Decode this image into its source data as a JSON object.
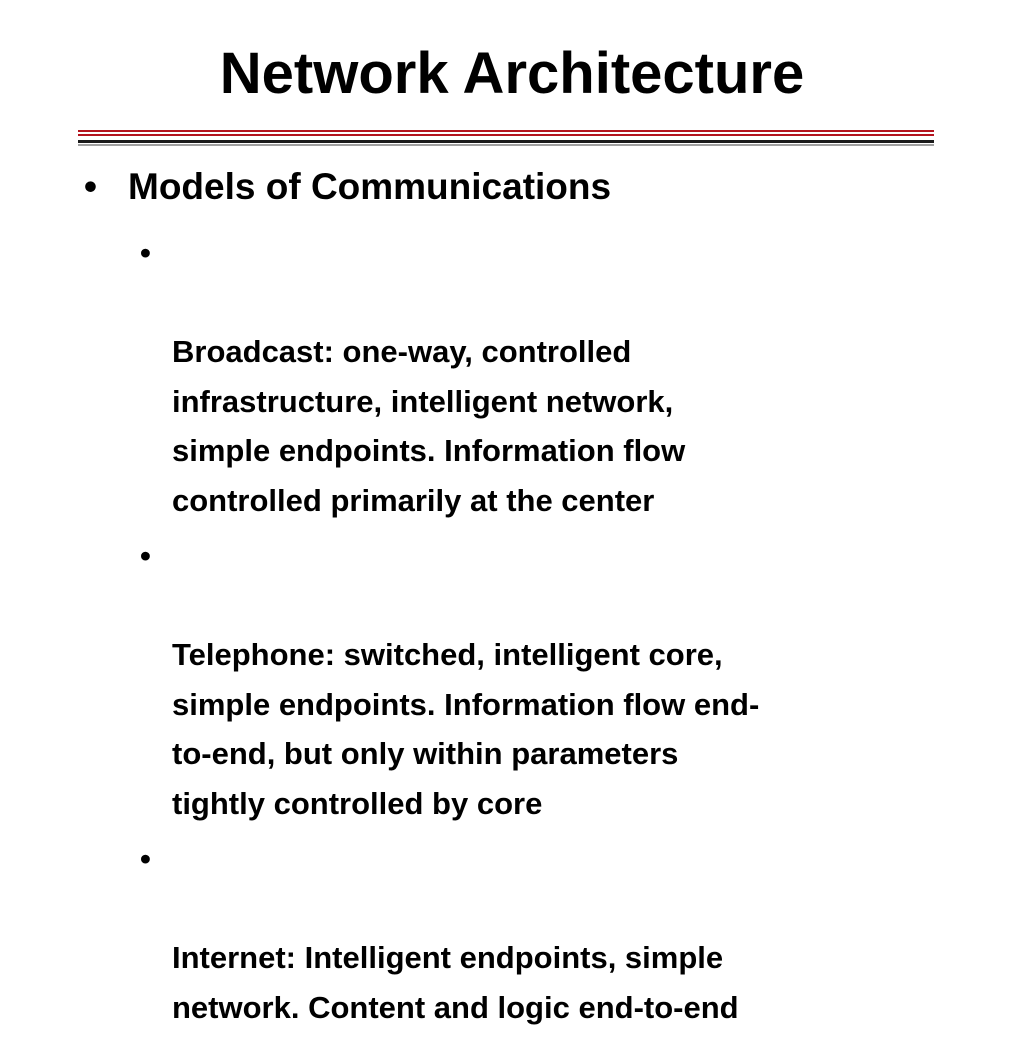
{
  "slide": {
    "title": "Network Architecture",
    "bullet_glyph": "•",
    "main_point": "Models of Communications",
    "sub_points": [
      {
        "text": "Broadcast: one-way, controlled\ninfrastructure, intelligent network,\nsimple endpoints.  Information flow\ncontrolled primarily at the center"
      },
      {
        "text": "Telephone: switched, intelligent core,\nsimple endpoints.  Information flow end-\nto-end, but only within parameters\ntightly controlled by core"
      },
      {
        "text": "Internet: Intelligent endpoints, simple\nnetwork. Content and logic end-to-end"
      }
    ]
  },
  "colors": {
    "rule_red": "#b4141e",
    "rule_black": "#1a1a1a",
    "text": "#000000",
    "background": "#ffffff"
  }
}
